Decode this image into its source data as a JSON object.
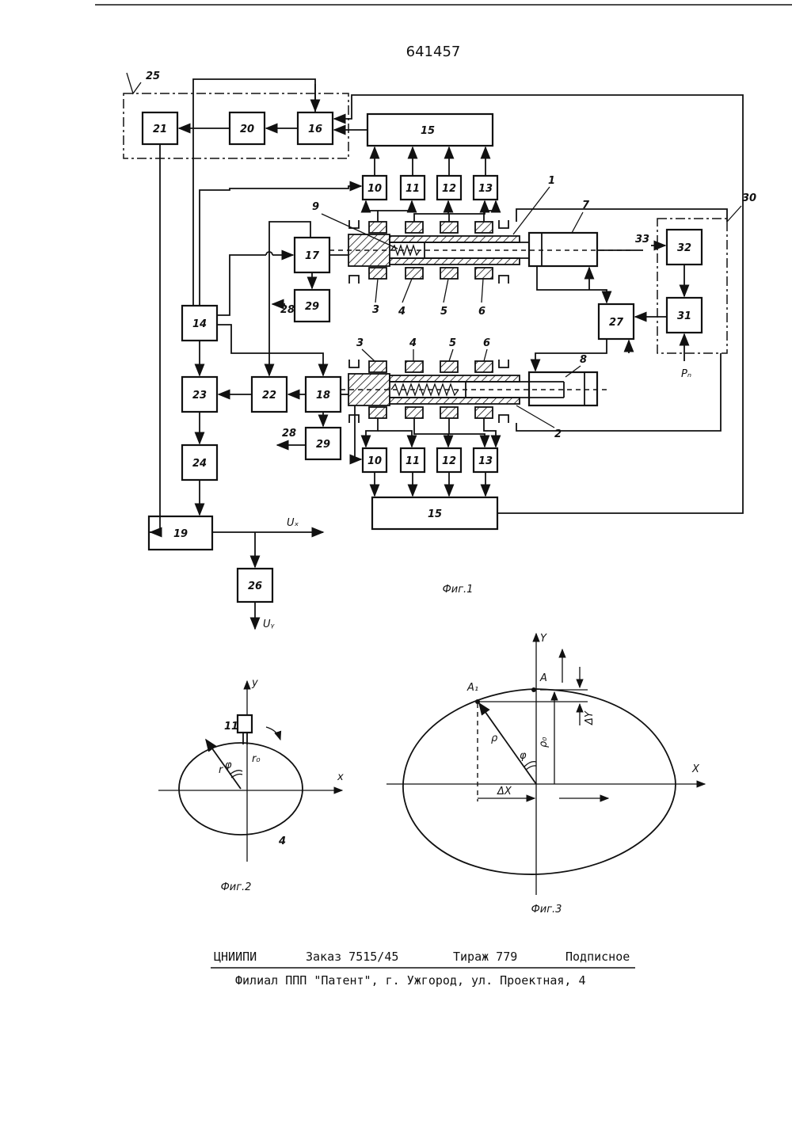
{
  "doc": {
    "number": "641457",
    "fig1_caption": "Фиг.1",
    "fig2_caption": "Фиг.2",
    "fig3_caption": "Фиг.3"
  },
  "blocks": {
    "b1": "1",
    "b2": "2",
    "b3a": "3",
    "b3b": "3",
    "b4a": "4",
    "b4b": "4",
    "b5a": "5",
    "b5b": "5",
    "b6a": "6",
    "b6b": "6",
    "b7": "7",
    "b8": "8",
    "b9": "9",
    "b10a": "10",
    "b10b": "10",
    "b11a": "11",
    "b11b": "11",
    "b12a": "12",
    "b12b": "12",
    "b13a": "13",
    "b13b": "13",
    "b14": "14",
    "b15a": "15",
    "b15b": "15",
    "b16": "16",
    "b17": "17",
    "b18": "18",
    "b19": "19",
    "b20": "20",
    "b21": "21",
    "b22": "22",
    "b23": "23",
    "b24": "24",
    "b25": "25",
    "b26": "26",
    "b27": "27",
    "b28a": "28",
    "b28b": "28",
    "b29a": "29",
    "b29b": "29",
    "b30": "30",
    "b31": "31",
    "b32": "32",
    "b33": "33"
  },
  "signals": {
    "ux": "Uₓ",
    "uy": "Uᵧ",
    "pn": "Pₙ"
  },
  "fig2": {
    "y": "y",
    "x": "x",
    "phi": "φ",
    "r": "r",
    "r0": "r₀",
    "sensor": "11",
    "part": "4"
  },
  "fig3": {
    "y": "Y",
    "x": "X",
    "a": "A",
    "a1": "A₁",
    "rho": "ρ",
    "rho0": "ρ₀",
    "phi": "φ",
    "dy": "ΔY",
    "dx": "ΔX"
  },
  "footer": {
    "org": "ЦНИИПИ",
    "order": "Заказ 7515/45",
    "copies": "Тираж 779",
    "subscription": "Подписное",
    "branch": "Филиал ППП \"Патент\", г. Ужгород, ул. Проектная, 4"
  }
}
